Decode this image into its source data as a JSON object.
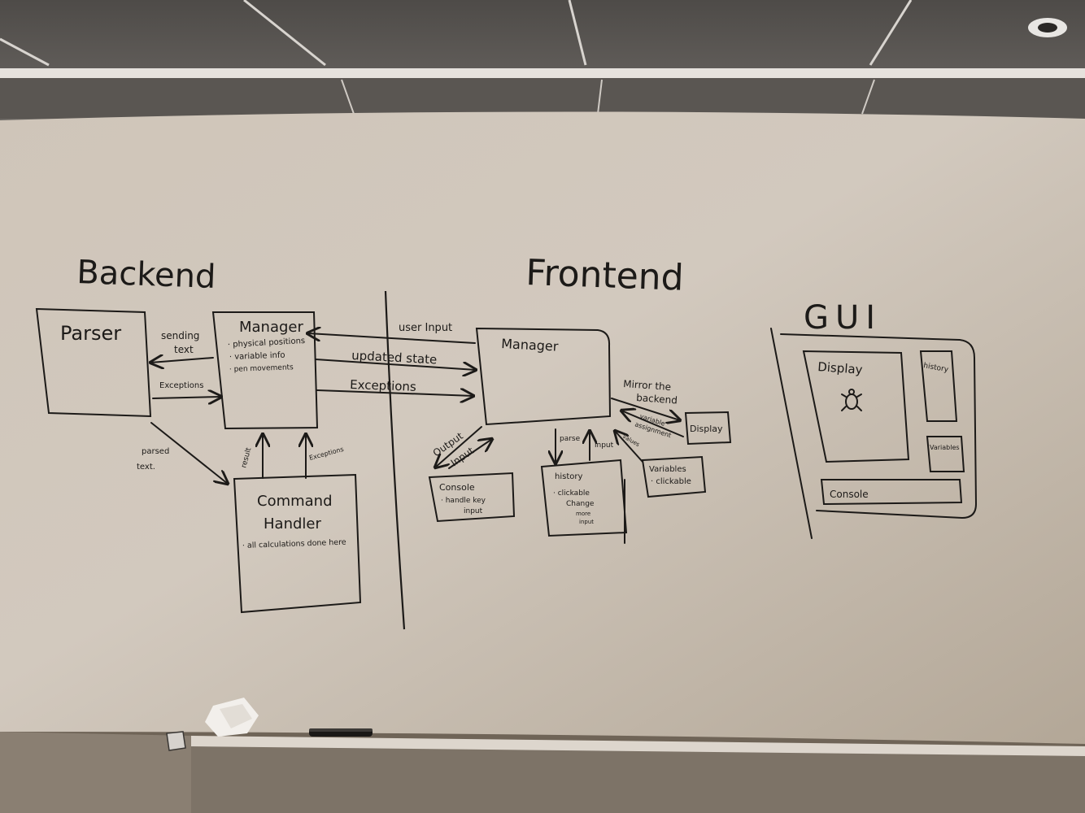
{
  "backend": {
    "heading": "Backend",
    "parser": {
      "label": "Parser"
    },
    "manager": {
      "label": "Manager",
      "notes": [
        "· physical positions",
        "· variable info",
        "· pen movements"
      ]
    },
    "command_handler": {
      "label_line1": "Command",
      "label_line2": "Handler",
      "note": "· all calculations done here"
    },
    "arrows": {
      "sending_text_1": "sending",
      "sending_text_2": "text",
      "exceptions": "Exceptions",
      "parsed_text_1": "parsed",
      "parsed_text_2": "text.",
      "result": "result",
      "exceptions_up": "Exceptions"
    }
  },
  "frontend": {
    "heading": "Frontend",
    "manager": {
      "label": "Manager"
    },
    "arrows": {
      "user_input": "user Input",
      "updated_state": "updated state",
      "exceptions": "Exceptions",
      "mirror_1": "Mirror the",
      "mirror_2": "backend",
      "variable_1": "variable",
      "variable_2": "assignment",
      "output": "Output",
      "input_console": "Input",
      "parse": "parse",
      "input_history": "input",
      "values": "values"
    },
    "console": {
      "label": "Console",
      "note_1": "· handle key",
      "note_2": "input"
    },
    "history": {
      "label": "history",
      "note_1": "· clickable",
      "note_2": "Change",
      "note_3": "more",
      "note_4": "input"
    },
    "variables": {
      "label": "Variables",
      "note": "· clickable"
    },
    "display": {
      "label": "Display"
    }
  },
  "gui": {
    "heading": "GUI",
    "display": "Display",
    "history": "history",
    "variables": "Variables",
    "console": "Console"
  },
  "colors": {
    "ink": "#1c1a18",
    "whiteboard": "#c9bfb3",
    "ceiling": "#5f5b57"
  }
}
